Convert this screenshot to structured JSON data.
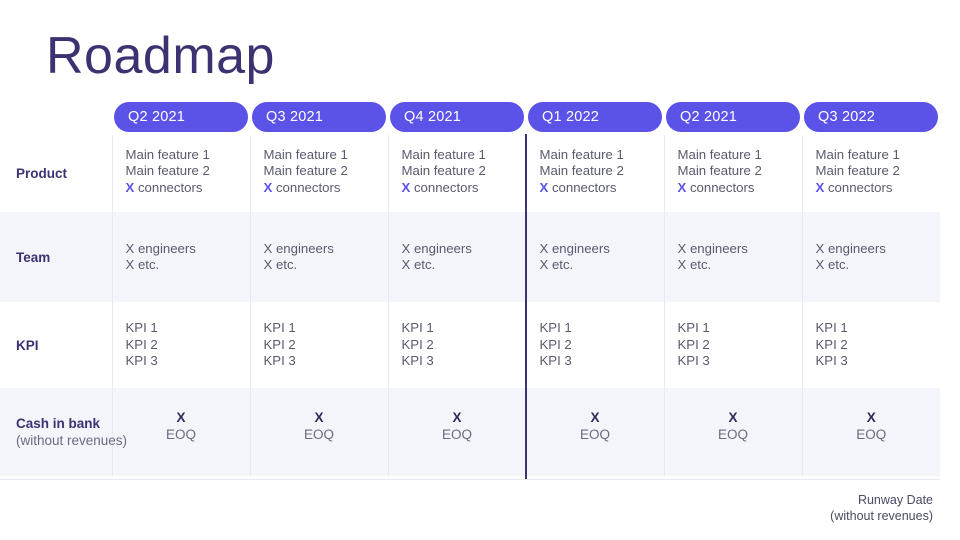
{
  "slide": {
    "title": "Roadmap",
    "accent_color": "#5b52e8",
    "title_color": "#3b3272",
    "tint_row_color": "#f4f5fb",
    "divider_color": "#3b3272"
  },
  "columns": [
    {
      "label": "Q2 2021"
    },
    {
      "label": "Q3 2021"
    },
    {
      "label": "Q4 2021"
    },
    {
      "label": "Q1 2022"
    },
    {
      "label": "Q2 2021"
    },
    {
      "label": "Q3 2022"
    }
  ],
  "rows": [
    {
      "label": "Product",
      "sublabel": "",
      "cells": [
        {
          "lines": [
            "Main feature 1",
            "Main feature 2"
          ],
          "accent_line": {
            "x": "X",
            "text": " connectors"
          }
        },
        {
          "lines": [
            "Main feature 1",
            "Main feature 2"
          ],
          "accent_line": {
            "x": "X",
            "text": " connectors"
          }
        },
        {
          "lines": [
            "Main feature 1",
            "Main feature 2"
          ],
          "accent_line": {
            "x": "X",
            "text": " connectors"
          }
        },
        {
          "lines": [
            "Main feature 1",
            "Main feature 2"
          ],
          "accent_line": {
            "x": "X",
            "text": " connectors"
          }
        },
        {
          "lines": [
            "Main feature 1",
            "Main feature 2"
          ],
          "accent_line": {
            "x": "X",
            "text": " connectors"
          }
        },
        {
          "lines": [
            "Main feature 1",
            "Main feature 2"
          ],
          "accent_line": {
            "x": "X",
            "text": " connectors"
          }
        }
      ]
    },
    {
      "label": "Team",
      "sublabel": "",
      "cells": [
        {
          "lines": [
            "X engineers",
            "X etc."
          ]
        },
        {
          "lines": [
            "X engineers",
            "X etc."
          ]
        },
        {
          "lines": [
            "X engineers",
            "X etc."
          ]
        },
        {
          "lines": [
            "X engineers",
            "X etc."
          ]
        },
        {
          "lines": [
            "X engineers",
            "X etc."
          ]
        },
        {
          "lines": [
            "X engineers",
            "X etc."
          ]
        }
      ]
    },
    {
      "label": "KPI",
      "sublabel": "",
      "cells": [
        {
          "lines": [
            "KPI 1",
            "KPI 2",
            "KPI 3"
          ]
        },
        {
          "lines": [
            "KPI 1",
            "KPI 2",
            "KPI 3"
          ]
        },
        {
          "lines": [
            "KPI 1",
            "KPI 2",
            "KPI 3"
          ]
        },
        {
          "lines": [
            "KPI 1",
            "KPI 2",
            "KPI 3"
          ]
        },
        {
          "lines": [
            "KPI 1",
            "KPI 2",
            "KPI 3"
          ]
        },
        {
          "lines": [
            "KPI 1",
            "KPI 2",
            "KPI 3"
          ]
        }
      ]
    },
    {
      "label": "Cash in bank",
      "sublabel": "(without revenues)",
      "cells": [
        {
          "value": "X",
          "unit": "EOQ"
        },
        {
          "value": "X",
          "unit": "EOQ"
        },
        {
          "value": "X",
          "unit": "EOQ"
        },
        {
          "value": "X",
          "unit": "EOQ"
        },
        {
          "value": "X",
          "unit": "EOQ"
        },
        {
          "value": "X",
          "unit": "EOQ"
        }
      ]
    }
  ],
  "footer": {
    "line1": "Runway Date",
    "line2": "(without revenues)"
  }
}
